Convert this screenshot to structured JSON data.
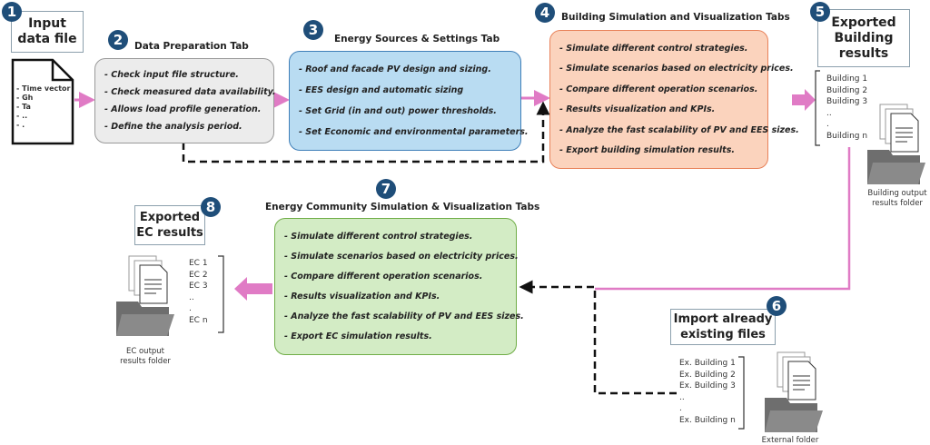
{
  "colors": {
    "badge": "#1f4e79",
    "arrow": "#e07bc5",
    "prep": "#ececec",
    "sources": "#b9dcf2",
    "building": "#fbd3bd",
    "community": "#d3ecc5"
  },
  "steps": {
    "s1": {
      "num": "1",
      "label": "Input data file",
      "file_lines": [
        "- Time vector",
        "- Gh",
        "- Ta",
        "- ..",
        "- ."
      ]
    },
    "s2": {
      "num": "2",
      "title": "Data Preparation Tab",
      "items": [
        "- Check input file structure.",
        "- Check measured data availability.",
        "- Allows load profile generation.",
        "- Define the analysis period."
      ]
    },
    "s3": {
      "num": "3",
      "title": "Energy Sources & Settings Tab",
      "items": [
        "- Roof and facade PV design and sizing.",
        "- EES design and automatic sizing",
        "- Set Grid (in and out) power thresholds.",
        "- Set Economic and environmental parameters."
      ]
    },
    "s4": {
      "num": "4",
      "title": "Building Simulation and Visualization Tabs",
      "items": [
        "- Simulate different control strategies.",
        "- Simulate scenarios based on electricity prices.",
        "- Compare different operation scenarios.",
        "- Results visualization and KPIs.",
        "- Analyze the fast scalability of PV and EES sizes.",
        "- Export building simulation results."
      ]
    },
    "s5": {
      "num": "5",
      "label": "Exported Building results",
      "list": [
        "Building 1",
        "Building 2",
        "Building 3",
        "..",
        ".",
        "Building n"
      ],
      "folder": "Building output results folder"
    },
    "s6": {
      "num": "6",
      "label": "Import already existing files",
      "list": [
        "Ex. Building 1",
        "Ex. Building 2",
        "Ex. Building 3",
        "..",
        ".",
        "Ex. Building n"
      ],
      "folder": "External folder"
    },
    "s7": {
      "num": "7",
      "title": "Energy Community Simulation & Visualization Tabs",
      "items": [
        "- Simulate different control strategies.",
        "- Simulate scenarios based on electricity prices.",
        "- Compare different operation scenarios.",
        "- Results visualization and KPIs.",
        "- Analyze the fast scalability of PV and EES sizes.",
        "- Export EC simulation results."
      ]
    },
    "s8": {
      "num": "8",
      "label": "Exported EC results",
      "list": [
        "EC 1",
        "EC 2",
        "EC 3",
        "..",
        ".",
        "EC n"
      ],
      "folder": "EC output results folder"
    }
  }
}
